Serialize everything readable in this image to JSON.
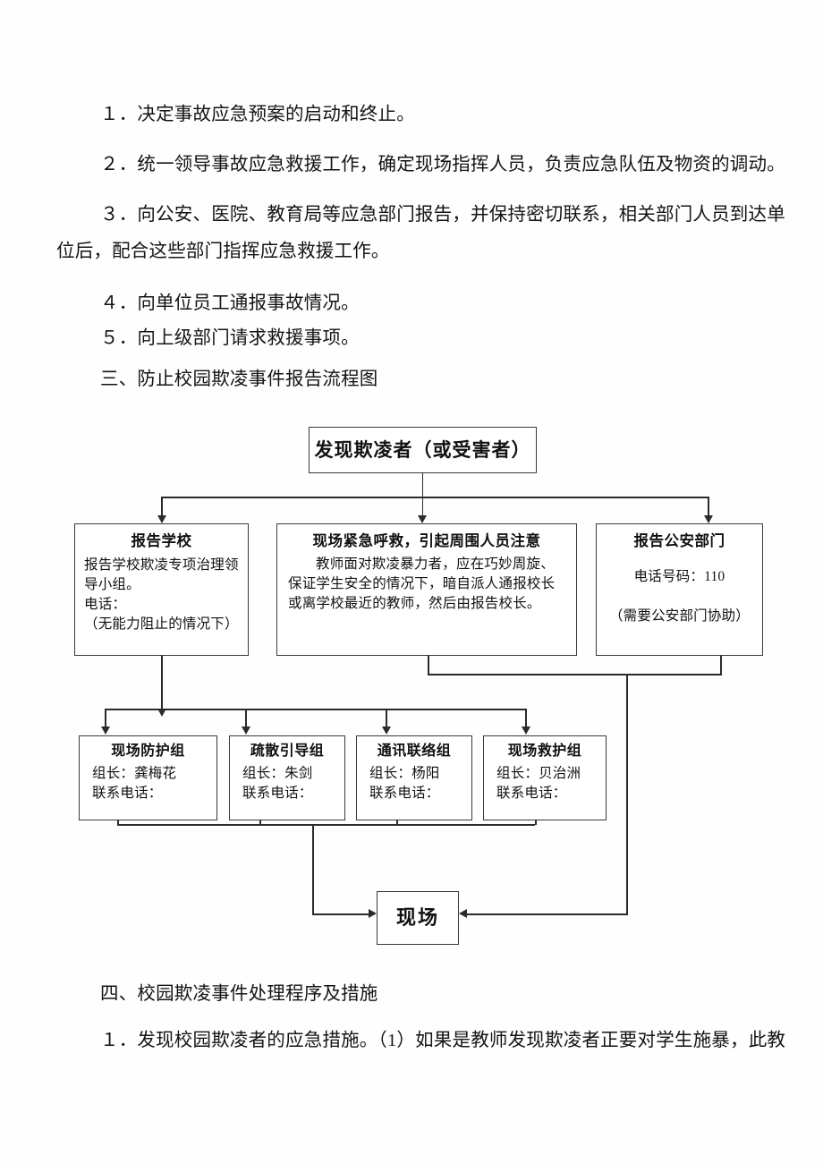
{
  "document": {
    "paragraphs": [
      {
        "id": "p1",
        "text": "１．决定事故应急预案的启动和终止。"
      },
      {
        "id": "p2",
        "text": "２．统一领导事故应急救援工作，确定现场指挥人员，负责应急队伍及物资的调动。"
      },
      {
        "id": "p3",
        "text": "３．向公安、医院、教育局等应急部门报告，并保持密切联系，相关部门人员到达单"
      },
      {
        "id": "p3b",
        "text": "位后，配合这些部门指挥应急救援工作。"
      },
      {
        "id": "p4",
        "text": "４．向单位员工通报事故情况。"
      },
      {
        "id": "p5",
        "text": "５．向上级部门请求救援事项。"
      },
      {
        "id": "p6",
        "text": "三、防止校园欺凌事件报告流程图"
      },
      {
        "id": "p7",
        "text": "四、校园欺凌事件处理程序及措施"
      },
      {
        "id": "p8",
        "text": "１．发现校园欺凌者的应急措施。（1）如果是教师发现欺凌者正要对学生施暴，此教"
      }
    ]
  },
  "flowchart": {
    "title": "防止校园欺凌事件报告流程图",
    "start": {
      "label": "发现欺凌者（或受害者）"
    },
    "branches": [
      {
        "title": "报告学校",
        "lines": [
          "报告学校欺凌专项治理领",
          "导小组。",
          "电话：",
          "（无能力阻止的情况下）"
        ]
      },
      {
        "title": "现场紧急呼救，引起周围人员注意",
        "lines": [
          "教师面对欺凌暴力者，应在巧妙周旋、保证学生安全的情况下，暗自派人通报校长或离学校最近的教师，然后由报告校长。"
        ]
      },
      {
        "title": "报告公安部门",
        "lines": [
          "电话号码：110",
          "（需要公安部门协助）"
        ]
      }
    ],
    "groups": [
      {
        "title": "现场防护组",
        "leader_label": "组长：龚梅花",
        "phone_label": "联系电话："
      },
      {
        "title": "疏散引导组",
        "leader_label": "组长：朱剑",
        "phone_label": "联系电话："
      },
      {
        "title": "通讯联络组",
        "leader_label": "组长：杨阳",
        "phone_label": "联系电话："
      },
      {
        "title": "现场救护组",
        "leader_label": "组长：贝治洲",
        "phone_label": "联系电话："
      }
    ],
    "end": {
      "label": "现场"
    },
    "colors": {
      "line": "#2b2b2b",
      "box_border": "#3a3a3a",
      "box_fill": "#ffffff",
      "text": "#111111"
    }
  }
}
